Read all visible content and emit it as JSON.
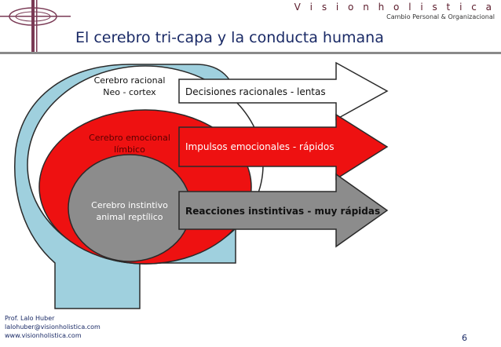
{
  "brand": {
    "name": "V i s i o n h o l i s t i c a",
    "subtitle": "Cambio Personal & Organizacional"
  },
  "title": "El cerebro tri-capa y la conducta humana",
  "layers": [
    {
      "brain_line1": "Cerebro racional",
      "brain_line2": "Neo - cortex",
      "arrow_label": "Decisiones racionales - lentas",
      "fill": "#ffffff"
    },
    {
      "brain_line1": "Cerebro emocional",
      "brain_line2": "límbico",
      "arrow_label": "Impulsos emocionales - rápidos",
      "fill": "#ee1111"
    },
    {
      "brain_line1": "Cerebro instintivo",
      "brain_line2": "animal reptílico",
      "arrow_label": "Reacciones instintivas - muy rápidas",
      "fill": "#8c8c8c"
    }
  ],
  "head_color": "#9fd0de",
  "footer": {
    "author": "Prof. Lalo Huber",
    "email": "lalohuber@visionholistica.com",
    "website": "www.visionholistica.com"
  },
  "page_number": "6"
}
